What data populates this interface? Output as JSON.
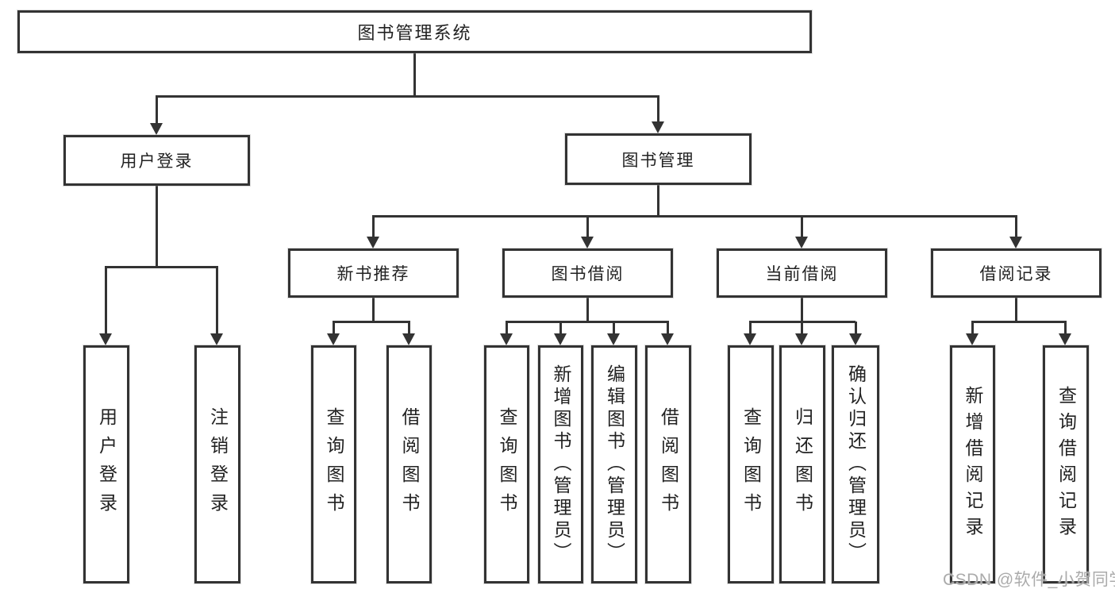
{
  "diagram": {
    "root": "图书管理系统",
    "level2": [
      "用户登录",
      "图书管理"
    ],
    "level3": [
      "新书推荐",
      "图书借阅",
      "当前借阅",
      "借阅记录"
    ],
    "leaves": {
      "user_login": [
        "用户登录",
        "注销登录"
      ],
      "new_books": [
        "查询图书",
        "借阅图书"
      ],
      "book_borrow": [
        "查询图书",
        "新增图书（管理员）",
        "编辑图书（管理员）",
        "借阅图书"
      ],
      "current_borrow": [
        "查询图书",
        "归还图书",
        "确认归还（管理员）"
      ],
      "borrow_records": [
        "新增借阅记录",
        "查询借阅记录"
      ]
    },
    "watermark": "CSDN @软件_小贺同学",
    "colors": {
      "line": "#333333",
      "text": "#222222",
      "watermark": "#ababab",
      "background": "#ffffff"
    }
  }
}
